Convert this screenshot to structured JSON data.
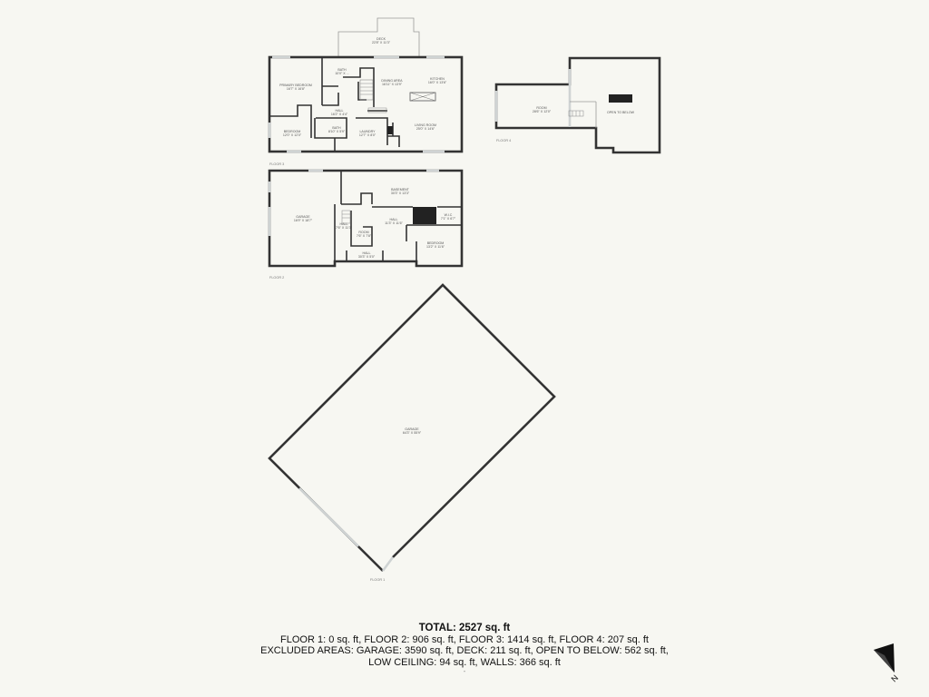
{
  "floors": {
    "floor3": {
      "label": "FLOOR 3",
      "rooms": {
        "deck": {
          "name": "DECK",
          "dims": "22'8\" X 11'3\""
        },
        "bath_upper": {
          "name": "BATH",
          "dims": "10'0\" X ..."
        },
        "primary_bedroom": {
          "name": "PRIMARY BEDROOM",
          "dims": "16'7\" X 16'8\""
        },
        "dining_area": {
          "name": "DINING AREA",
          "dims": "16'11\" X 13'9\""
        },
        "kitchen": {
          "name": "KITCHEN",
          "dims": "16'0\" X 13'6\""
        },
        "hall": {
          "name": "HALL",
          "dims": "16'2\" X 4'4\""
        },
        "living_room": {
          "name": "LIVING ROOM",
          "dims": "25'0\" X 14'6\""
        },
        "bedroom": {
          "name": "BEDROOM",
          "dims": "12'0\" X 12'0\""
        },
        "bath_lower": {
          "name": "BATH",
          "dims": "8'10\" X 5'9\""
        },
        "laundry": {
          "name": "LAUNDRY",
          "dims": "12'7\" X 8'0\""
        }
      }
    },
    "floor4": {
      "label": "FLOOR 4",
      "rooms": {
        "room": {
          "name": "ROOM",
          "dims": "28'6\" X 12'0\""
        },
        "open_to_below": {
          "name": "OPEN TO BELOW",
          "dims": ""
        }
      }
    },
    "floor2": {
      "label": "FLOOR 2",
      "rooms": {
        "garage": {
          "name": "GARAGE",
          "dims": "16'9\" X 18'7\""
        },
        "basement": {
          "name": "BASEMENT",
          "dims": "30'3\" X 13'3\""
        },
        "hall_a": {
          "name": "HALL",
          "dims": "7'6\" X 11'3\""
        },
        "room": {
          "name": "ROOM",
          "dims": "7'6\" X 7'8\""
        },
        "hall_b": {
          "name": "HALL",
          "dims": "11'3\" X 11'6\""
        },
        "wic": {
          "name": "W.I.C",
          "dims": "7'1\" X 6'7\""
        },
        "bedroom": {
          "name": "BEDROOM",
          "dims": "13'2\" X 11'6\""
        },
        "hall_c": {
          "name": "HALL",
          "dims": "30'3\" X 5'0\""
        }
      }
    },
    "floor1": {
      "label": "FLOOR 1",
      "rooms": {
        "garage": {
          "name": "GARAGE",
          "dims": "64'3\" X 55'9\""
        }
      }
    }
  },
  "summary": {
    "total": "TOTAL: 2527 sq. ft",
    "floors_line": "FLOOR 1: 0 sq. ft, FLOOR 2: 906 sq. ft, FLOOR 3: 1414 sq. ft, FLOOR 4: 207 sq. ft",
    "excluded_line": "EXCLUDED AREAS: GARAGE: 3590 sq. ft, DECK: 211 sq. ft, OPEN TO BELOW: 562 sq. ft,",
    "low_ceiling_line": "LOW CEILING: 94 sq. ft, WALLS: 366 sq. ft",
    "tick": "-"
  },
  "compass": {
    "icon": "north-arrow-icon",
    "label": "N"
  }
}
